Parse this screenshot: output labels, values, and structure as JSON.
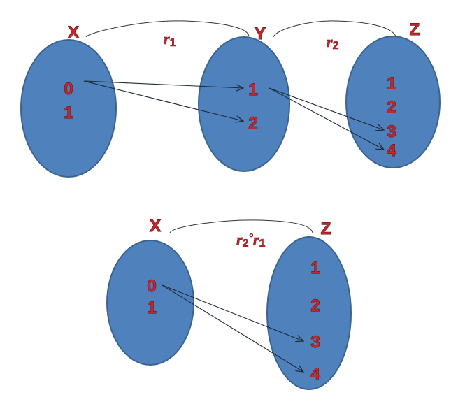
{
  "top": {
    "sets": {
      "X": {
        "name": "X",
        "elements": [
          "0",
          "1"
        ]
      },
      "Y": {
        "name": "Y",
        "elements": [
          "1",
          "2"
        ]
      },
      "Z": {
        "name": "Z",
        "elements": [
          "1",
          "2",
          "3",
          "4"
        ]
      }
    },
    "relations": {
      "r1": {
        "symbol": "r",
        "sub": "1",
        "pairs": [
          [
            "0",
            "1"
          ],
          [
            "0",
            "2"
          ]
        ]
      },
      "r2": {
        "symbol": "r",
        "sub": "2",
        "pairs": [
          [
            "1",
            "3"
          ],
          [
            "1",
            "4"
          ]
        ]
      }
    }
  },
  "bottom": {
    "sets": {
      "X": {
        "name": "X",
        "elements": [
          "0",
          "1"
        ]
      },
      "Z": {
        "name": "Z",
        "elements": [
          "1",
          "2",
          "3",
          "4"
        ]
      }
    },
    "composition": {
      "first": "r",
      "first_sub": "2",
      "op": "°",
      "second": "r",
      "second_sub": "1",
      "pairs": [
        [
          "0",
          "3"
        ],
        [
          "0",
          "4"
        ]
      ]
    }
  },
  "colors": {
    "set_fill": "#4f81bd",
    "label": "#c0282d"
  }
}
